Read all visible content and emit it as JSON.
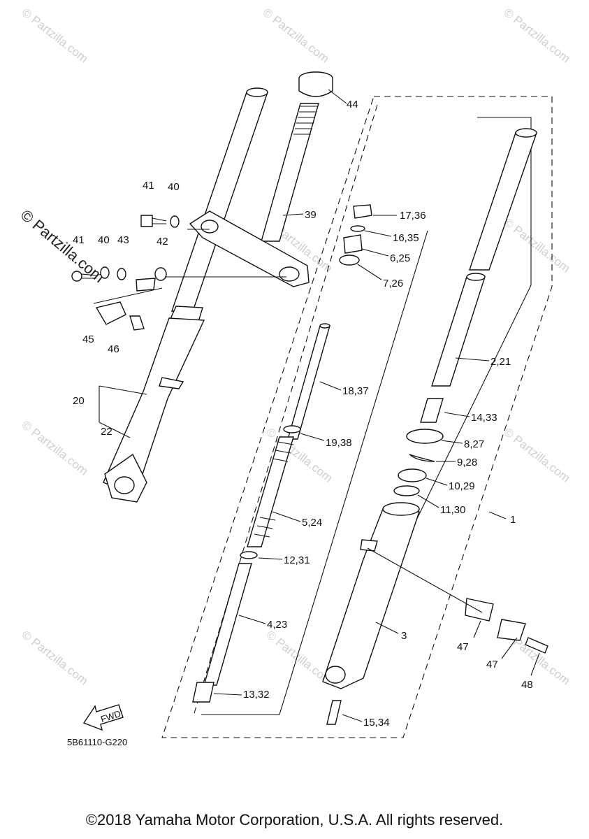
{
  "watermark": {
    "text": "© Partzilla.com",
    "main_text": "© Partzilla.com"
  },
  "callouts": [
    {
      "id": "c44",
      "text": "44"
    },
    {
      "id": "c39",
      "text": "39"
    },
    {
      "id": "c41a",
      "text": "41"
    },
    {
      "id": "c40a",
      "text": "40"
    },
    {
      "id": "c41b",
      "text": "41"
    },
    {
      "id": "c40b",
      "text": "40"
    },
    {
      "id": "c43",
      "text": "43"
    },
    {
      "id": "c42",
      "text": "42"
    },
    {
      "id": "c45",
      "text": "45"
    },
    {
      "id": "c46",
      "text": "46"
    },
    {
      "id": "c20",
      "text": "20"
    },
    {
      "id": "c22",
      "text": "22"
    },
    {
      "id": "c17",
      "text": "17,36"
    },
    {
      "id": "c16",
      "text": "16,35"
    },
    {
      "id": "c6",
      "text": "6,25"
    },
    {
      "id": "c7",
      "text": "7,26"
    },
    {
      "id": "c18",
      "text": "18,37"
    },
    {
      "id": "c19",
      "text": "19,38"
    },
    {
      "id": "c5",
      "text": "5,24"
    },
    {
      "id": "c12",
      "text": "12,31"
    },
    {
      "id": "c4",
      "text": "4,23"
    },
    {
      "id": "c13",
      "text": "13,32"
    },
    {
      "id": "c15",
      "text": "15,34"
    },
    {
      "id": "c2",
      "text": "2,21"
    },
    {
      "id": "c14",
      "text": "14,33"
    },
    {
      "id": "c8",
      "text": "8,27"
    },
    {
      "id": "c9",
      "text": "9,28"
    },
    {
      "id": "c10",
      "text": "10,29"
    },
    {
      "id": "c11",
      "text": "11,30"
    },
    {
      "id": "c1",
      "text": "1"
    },
    {
      "id": "c3",
      "text": "3"
    },
    {
      "id": "c47a",
      "text": "47"
    },
    {
      "id": "c47b",
      "text": "47"
    },
    {
      "id": "c48",
      "text": "48"
    }
  ],
  "fwd_label": "FWD",
  "diagram_code": "5B61110-G220",
  "copyright": "©2018 Yamaha Motor Corporation, U.S.A. All rights reserved."
}
